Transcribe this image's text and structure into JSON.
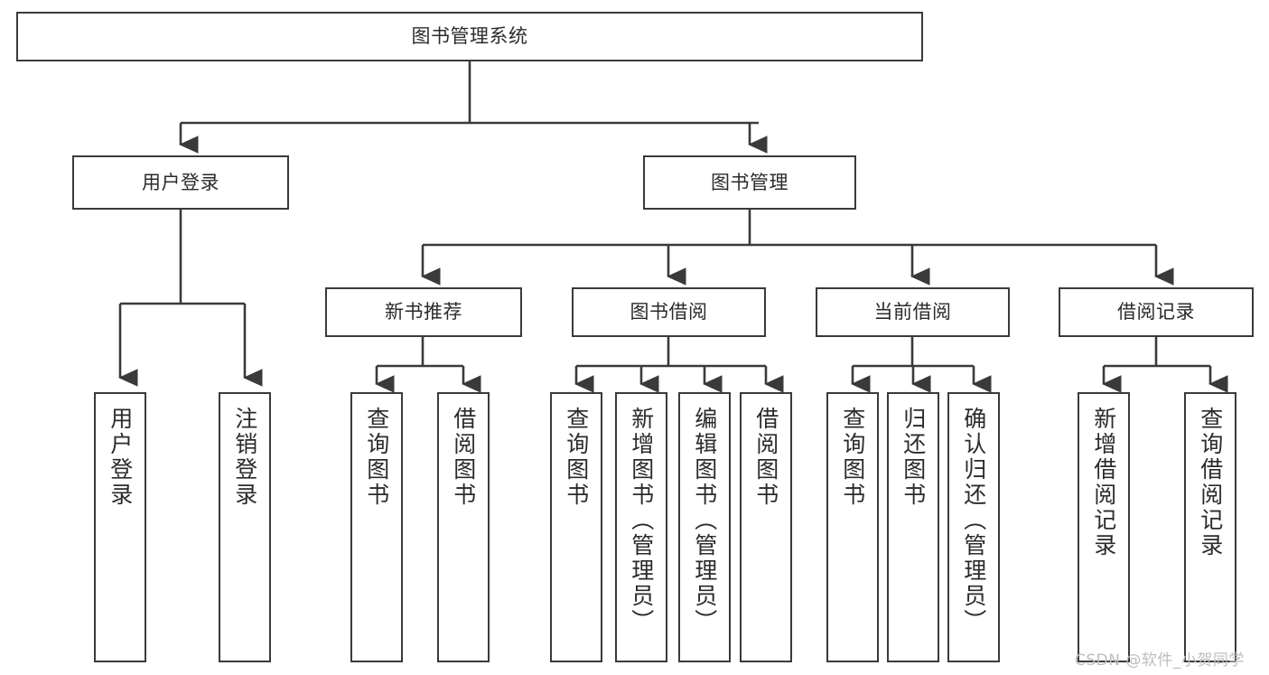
{
  "diagram": {
    "type": "hierarchy-tree",
    "title": "图书管理系统",
    "background_color": "#ffffff",
    "line_color": "#3a3a3a",
    "text_color": "#2b2b2b",
    "watermark": "CSDN @软件_小贺同学"
  },
  "nodes": {
    "root": {
      "label": "图书管理系统"
    },
    "level2": [
      {
        "id": "user-login",
        "label": "用户登录"
      },
      {
        "id": "book-manage",
        "label": "图书管理"
      }
    ],
    "level3": [
      {
        "id": "new-book-recommend",
        "label": "新书推荐"
      },
      {
        "id": "book-borrow",
        "label": "图书借阅"
      },
      {
        "id": "current-borrow",
        "label": "当前借阅"
      },
      {
        "id": "borrow-record",
        "label": "借阅记录"
      }
    ],
    "leaves": {
      "user_login": [
        {
          "id": "leaf-user-login",
          "label": "用户登录"
        },
        {
          "id": "leaf-user-logout",
          "label": "注销登录"
        }
      ],
      "new_book_recommend": [
        {
          "id": "leaf-query-book-1",
          "label": "查询图书"
        },
        {
          "id": "leaf-borrow-book-1",
          "label": "借阅图书"
        }
      ],
      "book_borrow": [
        {
          "id": "leaf-query-book-2",
          "label": "查询图书"
        },
        {
          "id": "leaf-add-book",
          "label": "新增图书（管理员）"
        },
        {
          "id": "leaf-edit-book",
          "label": "编辑图书（管理员）"
        },
        {
          "id": "leaf-borrow-book-2",
          "label": "借阅图书"
        }
      ],
      "current_borrow": [
        {
          "id": "leaf-query-book-3",
          "label": "查询图书"
        },
        {
          "id": "leaf-return-book",
          "label": "归还图书"
        },
        {
          "id": "leaf-confirm-return",
          "label": "确认归还（管理员）"
        }
      ],
      "borrow_record": [
        {
          "id": "leaf-add-record",
          "label": "新增借阅记录"
        },
        {
          "id": "leaf-query-record",
          "label": "查询借阅记录"
        }
      ]
    }
  }
}
